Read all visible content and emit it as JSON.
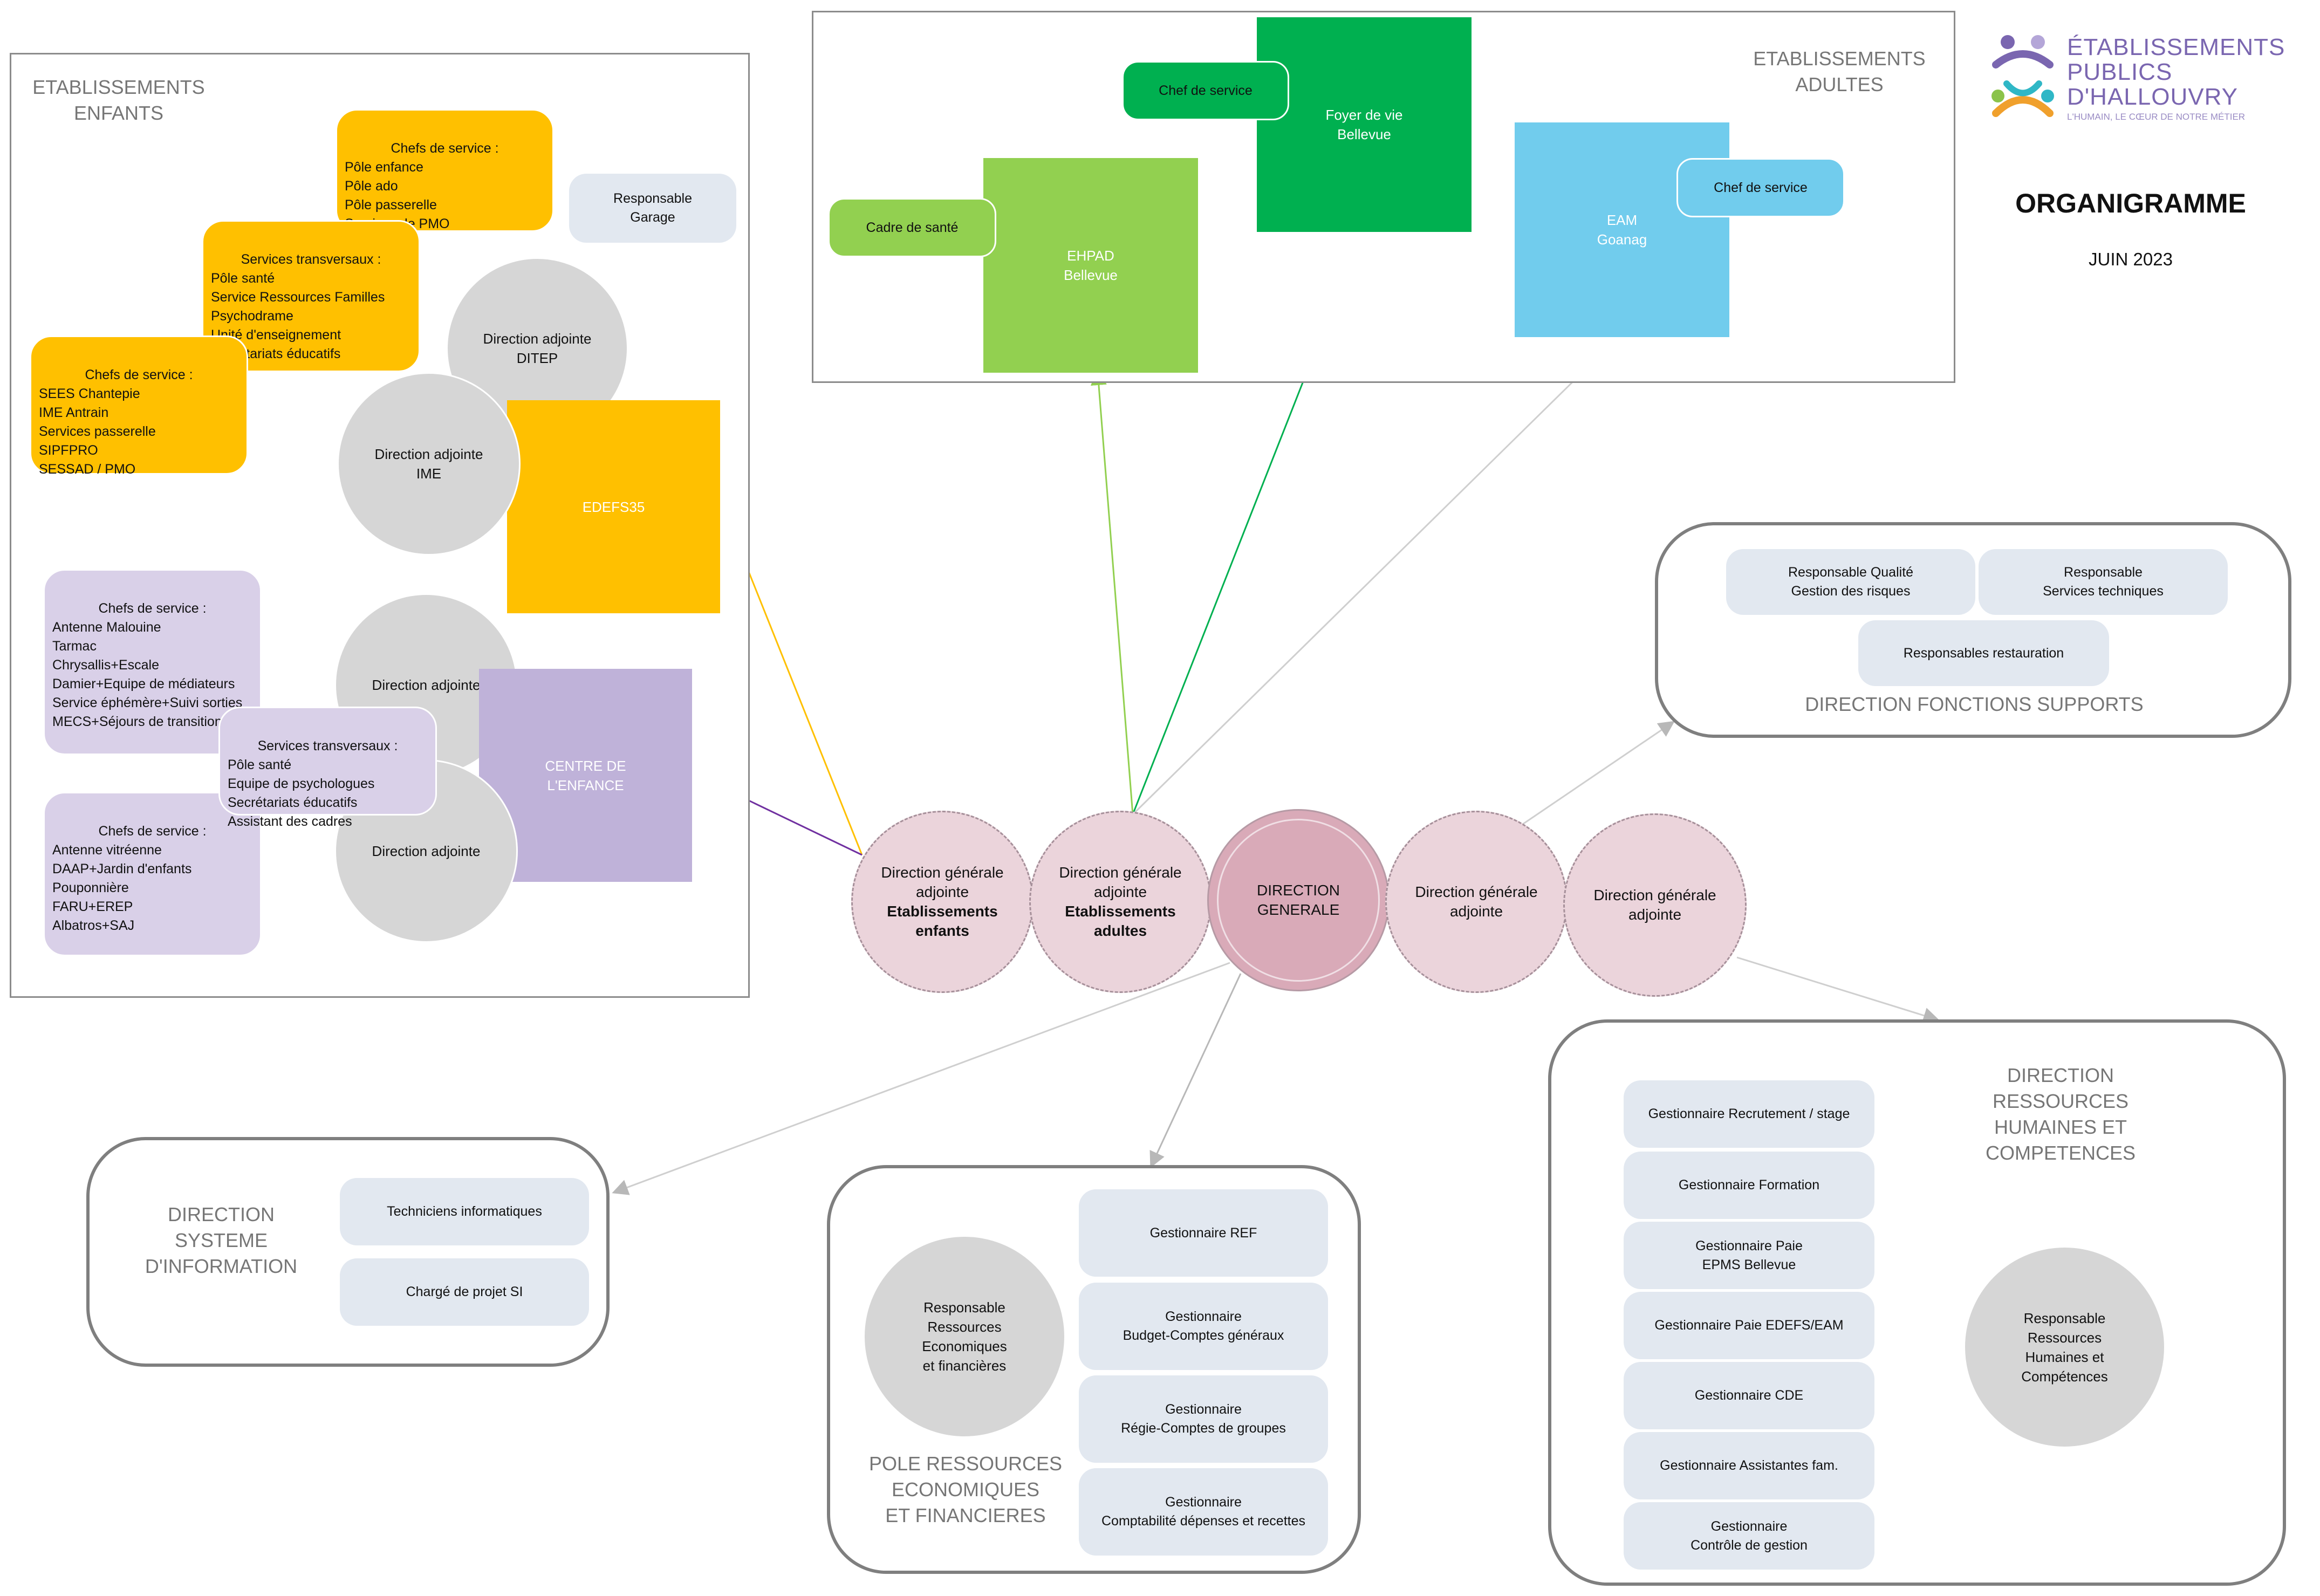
{
  "header": {
    "logo_line1": "ÉTABLISSEMENTS",
    "logo_line2": "PUBLICS",
    "logo_line3": "D'HALLOUVRY",
    "logo_tagline": "L'HUMAIN, LE CŒUR DE NOTRE MÉTIER",
    "title": "ORGANIGRAMME",
    "date": "JUIN 2023"
  },
  "colors": {
    "orange": "#ffc000",
    "purple_light": "#d9d0e8",
    "purple_box": "#bfb2d9",
    "green_light": "#92d050",
    "green_dark": "#00b050",
    "blue": "#71cced",
    "pink": "#ebd4db",
    "grey_circle": "#d6d6d6",
    "pill": "#e2e8f0",
    "logo_text": "#7a66b0"
  },
  "enfants": {
    "title": "ETABLISSEMENTS\nENFANTS",
    "chefs_service_1_title": "Chefs de service :",
    "chefs_service_1_items": "Pôle enfance\nPôle ado\nPôle passerelle\nServices de PMO",
    "services_transversaux_1_title": "Services transversaux :",
    "services_transversaux_1_items": "Pôle santé\nService Ressources Familles\nPsychodrame\nUnité d'enseignement\nSecrétariats éducatifs",
    "chefs_service_2_title": "Chefs de service :",
    "chefs_service_2_items": "SEES Chantepie\nIME Antrain\nServices passerelle\nSIPFPRO\nSESSAD / PMO",
    "responsable_garage": "Responsable\nGarage",
    "direction_ditep": "Direction adjointe\nDITEP",
    "direction_ime": "Direction adjointe\nIME",
    "edefs": "EDEFS35",
    "chefs_service_3_title": "Chefs de service :",
    "chefs_service_3_items": "Antenne Malouine\nTarmac\nChrysallis+Escale\nDamier+Equipe de médiateurs\nService éphémère+Suivi sorties MECS+Séjours de transition",
    "services_transversaux_2_title": "Services transversaux :",
    "services_transversaux_2_items": "Pôle santé\nEquipe de psychologues\nSecrétariats éducatifs\nAssistant des cadres",
    "chefs_service_4_title": "Chefs de service :",
    "chefs_service_4_items": "Antenne vitréenne\nDAAP+Jardin d'enfants\nPouponnière\nFARU+EREP\nAlbatros+SAJ",
    "direction_adjointe_1": "Direction adjointe",
    "direction_adjointe_2": "Direction adjointe",
    "centre_enfance": "CENTRE DE\nL'ENFANCE"
  },
  "adultes": {
    "title": "ETABLISSEMENTS\nADULTES",
    "chef_service_1": "Chef de service",
    "foyer": "Foyer de vie\nBellevue",
    "cadre_sante": "Cadre de santé",
    "ehpad": "EHPAD\nBellevue",
    "eam": "EAM\nGoanag",
    "chef_service_2": "Chef de service"
  },
  "fonctions_supports": {
    "title": "DIRECTION FONCTIONS SUPPORTS",
    "qualite": "Responsable Qualité\nGestion des risques",
    "techniques": "Responsable\nServices techniques",
    "restauration": "Responsables restauration"
  },
  "central": {
    "dga_enfants_pre": "Direction générale\nadjointe",
    "dga_enfants_bold": "Etablissements\nenfants",
    "dga_adultes_pre": "Direction générale\nadjointe",
    "dga_adultes_bold": "Etablissements\nadultes",
    "direction_generale": "DIRECTION\nGENERALE",
    "dga_3": "Direction générale\nadjointe",
    "dga_4": "Direction générale\nadjointe"
  },
  "dsi": {
    "title": "DIRECTION\nSYSTEME\nD'INFORMATION",
    "techniciens": "Techniciens informatiques",
    "charge_projet": "Chargé de projet SI"
  },
  "pole_eco": {
    "title": "POLE RESSOURCES\nECONOMIQUES\nET FINANCIERES",
    "responsable": "Responsable\nRessources\nEconomiques\net financières",
    "ref": "Gestionnaire REF",
    "budget": "Gestionnaire\nBudget-Comptes généraux",
    "regie": "Gestionnaire\nRégie-Comptes de groupes",
    "comptabilite": "Gestionnaire\nComptabilité dépenses et recettes"
  },
  "drh": {
    "title": "DIRECTION\nRESSOURCES\nHUMAINES ET\nCOMPETENCES",
    "recrutement": "Gestionnaire Recrutement / stage",
    "formation": "Gestionnaire Formation",
    "paie_epms": "Gestionnaire Paie\nEPMS Bellevue",
    "paie_edefs": "Gestionnaire Paie EDEFS/EAM",
    "cde": "Gestionnaire CDE",
    "assistantes": "Gestionnaire Assistantes fam.",
    "controle": "Gestionnaire\nContrôle de gestion",
    "responsable": "Responsable\nRessources\nHumaines et\nCompétences"
  }
}
